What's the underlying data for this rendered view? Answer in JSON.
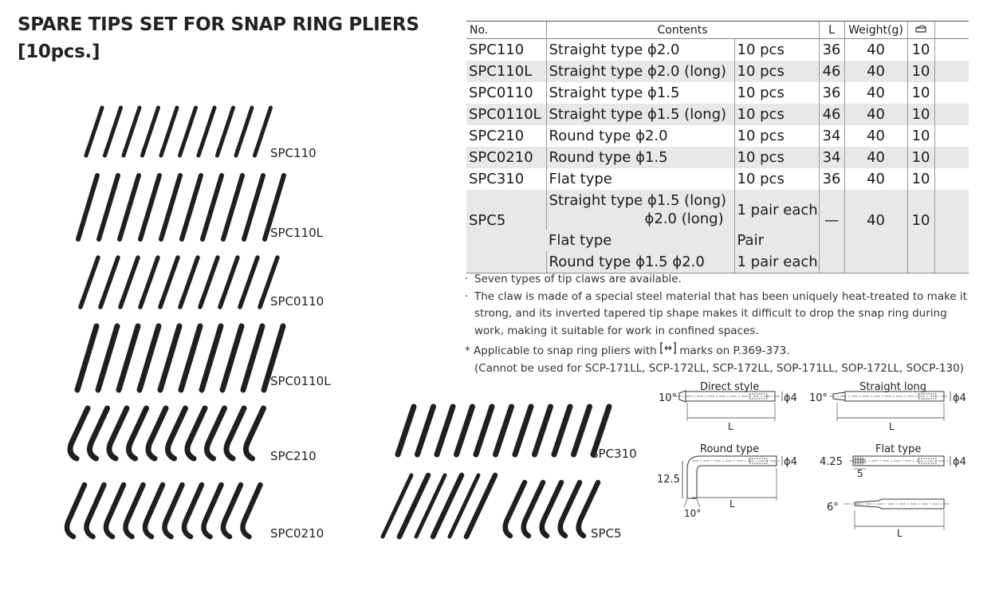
{
  "title_line1": "SPARE TIPS SET FOR SNAP RING PLIERS",
  "title_line2": "[10pcs.]",
  "captions": {
    "spc110": "SPC110",
    "spc110l": "SPC110L",
    "spc0110": "SPC0110",
    "spc0110l": "SPC0110L",
    "spc210": "SPC210",
    "spc0210": "SPC0210",
    "spc310": "SPC310",
    "spc5": "SPC5"
  },
  "table": {
    "headers": {
      "no": "No.",
      "contents": "Contents",
      "l": "L",
      "weight": "Weight(g)",
      "pack_icon": "package-icon"
    },
    "rows": [
      {
        "no": "SPC110",
        "content": "Straight type ϕ2.0",
        "qty": "10 pcs",
        "l": "36",
        "weight": "40",
        "pack": "10"
      },
      {
        "no": "SPC110L",
        "content": "Straight type ϕ2.0 (long)",
        "qty": "10 pcs",
        "l": "46",
        "weight": "40",
        "pack": "10"
      },
      {
        "no": "SPC0110",
        "content": "Straight type ϕ1.5",
        "qty": "10 pcs",
        "l": "36",
        "weight": "40",
        "pack": "10"
      },
      {
        "no": "SPC0110L",
        "content": "Straight type ϕ1.5 (long)",
        "qty": "10 pcs",
        "l": "46",
        "weight": "40",
        "pack": "10"
      },
      {
        "no": "SPC210",
        "content": "Round type ϕ2.0",
        "qty": "10 pcs",
        "l": "34",
        "weight": "40",
        "pack": "10"
      },
      {
        "no": "SPC0210",
        "content": "Round type ϕ1.5",
        "qty": "10 pcs",
        "l": "34",
        "weight": "40",
        "pack": "10"
      },
      {
        "no": "SPC310",
        "content": "Flat type",
        "qty": "10 pcs",
        "l": "36",
        "weight": "40",
        "pack": "10"
      }
    ],
    "spc5": {
      "no": "SPC5",
      "line1": "Straight type ϕ1.5 (long)",
      "line2": "ϕ2.0 (long)",
      "qty1": "1 pair each",
      "l": "—",
      "weight": "40",
      "pack": "10",
      "line3": "Flat type",
      "qty3": "Pair",
      "line4": "Round type ϕ1.5 ϕ2.0",
      "qty4": "1 pair each"
    }
  },
  "notes": {
    "bullet": "·",
    "n1": "Seven types of tip claws are available.",
    "n2": "The claw is made of a special steel material that has been uniquely heat-treated to make it strong, and its inverted tapered tip shape makes it difficult to drop the snap ring during work, making it suitable for work in confined spaces.",
    "n3_prefix": "* Applicable to snap ring pliers with",
    "n3_suffix": "marks on P.369-373.",
    "n4": "(Cannot be used for SCP-171LL, SCP-172LL, SCP-172LL, SOP-171LL, SOP-172LL, SOCP-130)"
  },
  "diagrams": {
    "direct": {
      "title": "Direct style",
      "angle": "10°",
      "dia": "ϕ4",
      "len": "L"
    },
    "straight_long": {
      "title": "Straight long",
      "angle": "10°",
      "dia": "ϕ4",
      "len": "L"
    },
    "round": {
      "title": "Round type",
      "height": "12.5",
      "angle": "10°",
      "dia": "ϕ4",
      "len": "L"
    },
    "flat": {
      "title": "Flat type",
      "width": "4.25",
      "tip": "5",
      "angle": "6°",
      "dia": "ϕ4",
      "len": "L"
    }
  },
  "colors": {
    "tip": "#1f1f1f",
    "shade": "#e8e8e8",
    "line": "#555555"
  }
}
